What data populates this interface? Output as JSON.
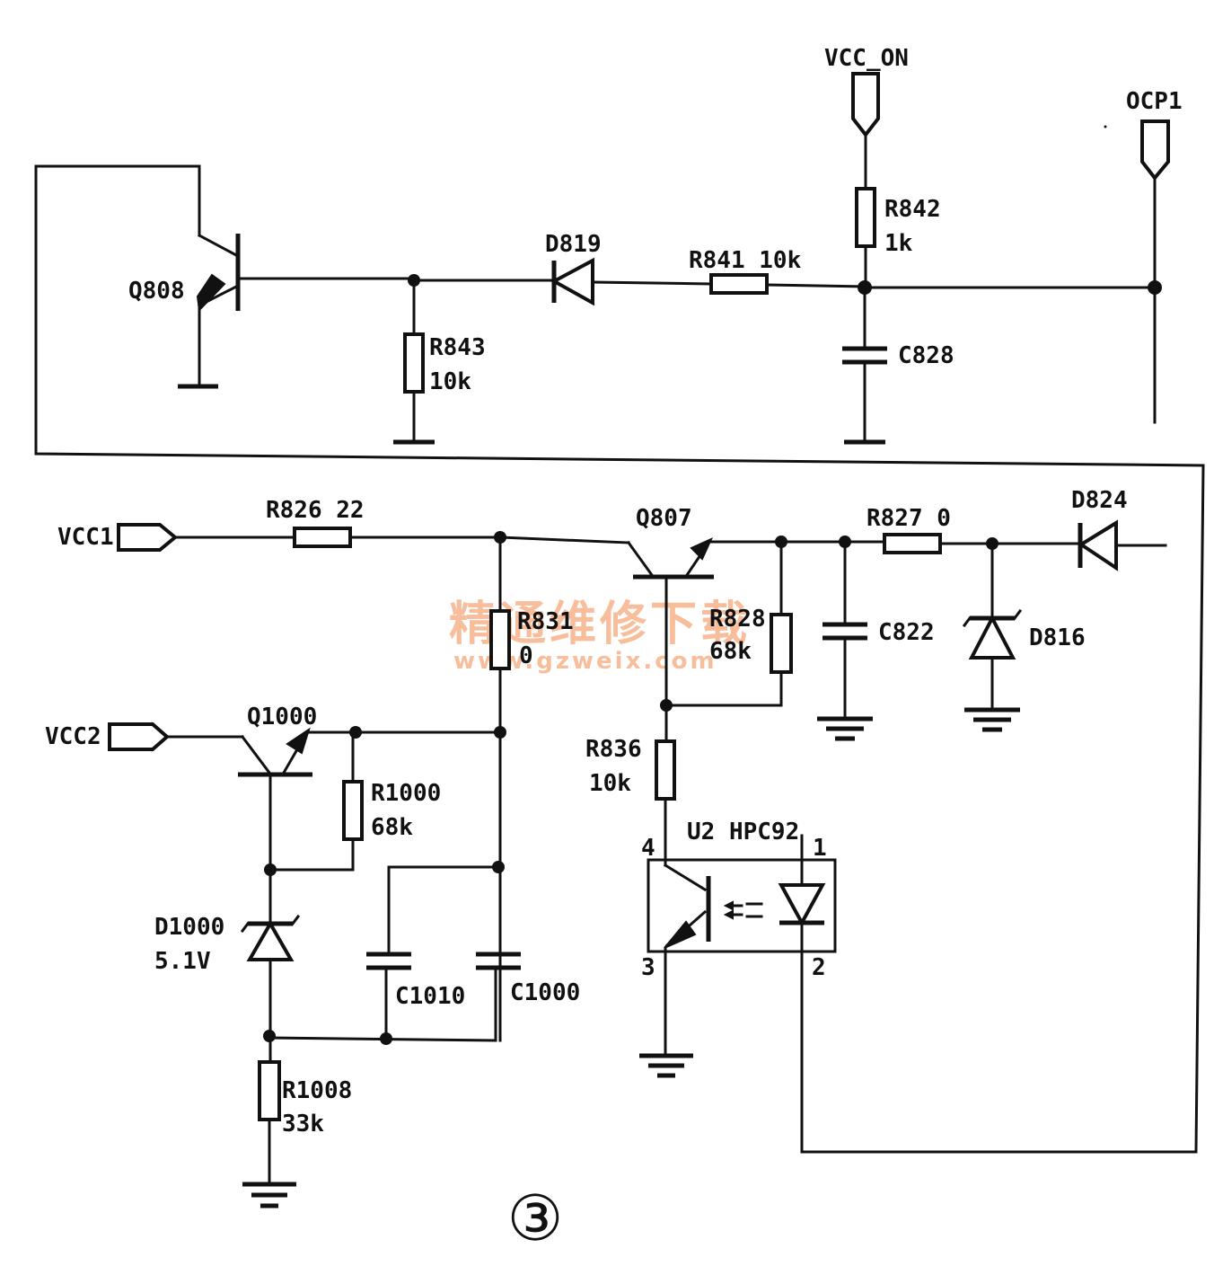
{
  "diagram": {
    "figure_number": "③",
    "watermark": {
      "title": "精通维修下载",
      "url": "www.gzweix.com"
    },
    "ports": {
      "vcc_on": "VCC_ON",
      "ocp1": "OCP1",
      "vcc1": "VCC1",
      "vcc2": "VCC2"
    },
    "components": {
      "q808": "Q808",
      "d819": "D819",
      "r841": "R841 10k",
      "r842": {
        "name": "R842",
        "value": "1k"
      },
      "r843": {
        "name": "R843",
        "value": "10k"
      },
      "c828": "C828",
      "r826": "R826 22",
      "q807": "Q807",
      "r827": "R827 0",
      "d824": "D824",
      "r831": {
        "name": "R831",
        "value": "0"
      },
      "r828": {
        "name": "R828",
        "value": "68k"
      },
      "c822": "C822",
      "d816": "D816",
      "r836": {
        "name": "R836",
        "value": "10k"
      },
      "u2": "U2 HPC92",
      "u2_pins": [
        "1",
        "2",
        "3",
        "4"
      ],
      "q1000": "Q1000",
      "r1000": {
        "name": "R1000",
        "value": "68k"
      },
      "d1000": {
        "name": "D1000",
        "value": "5.1V"
      },
      "c1010": "C1010",
      "c1000": "C1000",
      "r1008": {
        "name": "R1008",
        "value": "33k"
      }
    }
  }
}
